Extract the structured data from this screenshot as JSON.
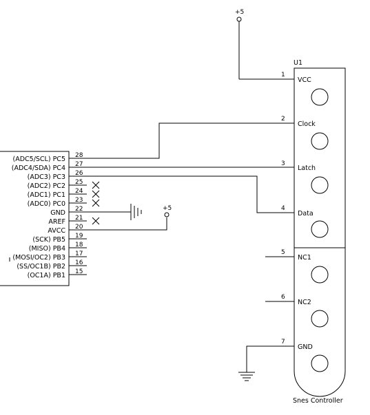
{
  "power": {
    "top_supply": "+5",
    "avcc_supply": "+5"
  },
  "connector": {
    "ref": "U1",
    "name": "Snes Controller",
    "pins": [
      {
        "num": "1",
        "label": "VCC"
      },
      {
        "num": "2",
        "label": "Clock"
      },
      {
        "num": "3",
        "label": "Latch"
      },
      {
        "num": "4",
        "label": "Data"
      },
      {
        "num": "5",
        "label": "NC1"
      },
      {
        "num": "6",
        "label": "NC2"
      },
      {
        "num": "7",
        "label": "GND"
      }
    ]
  },
  "mcu": {
    "pins": [
      {
        "num": "28",
        "label": "(ADC5/SCL) PC5"
      },
      {
        "num": "27",
        "label": "(ADC4/SDA) PC4"
      },
      {
        "num": "26",
        "label": "(ADC3) PC3"
      },
      {
        "num": "25",
        "label": "(ADC2) PC2"
      },
      {
        "num": "24",
        "label": "(ADC1) PC1"
      },
      {
        "num": "23",
        "label": "(ADC0) PC0"
      },
      {
        "num": "22",
        "label": "GND"
      },
      {
        "num": "21",
        "label": "AREF"
      },
      {
        "num": "20",
        "label": "AVCC"
      },
      {
        "num": "19",
        "label": "(SCK) PB5"
      },
      {
        "num": "18",
        "label": "(MISO) PB4"
      },
      {
        "num": "17",
        "label": "(MOSI/OC2) PB3"
      },
      {
        "num": "16",
        "label": "(SS/OC1B) PB2"
      },
      {
        "num": "15",
        "label": "(OC1A) PB1"
      }
    ]
  }
}
